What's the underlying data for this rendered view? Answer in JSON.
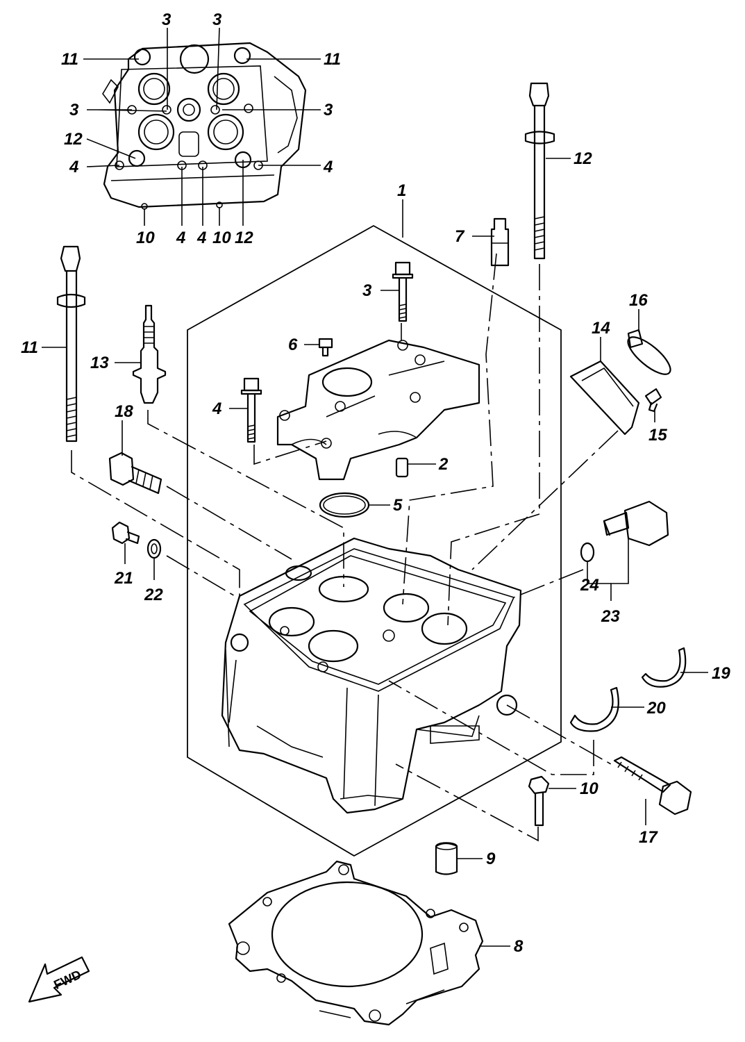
{
  "callouts": {
    "c1": "1",
    "c2": "2",
    "c3": "3",
    "c4": "4",
    "c5": "5",
    "c6": "6",
    "c7": "7",
    "c8": "8",
    "c9": "9",
    "c10": "10",
    "c11": "11",
    "c12": "12",
    "c13": "13",
    "c14": "14",
    "c15": "15",
    "c16": "16",
    "c17": "17",
    "c18": "18",
    "c19": "19",
    "c20": "20",
    "c21": "21",
    "c22": "22",
    "c23": "23",
    "c24": "24"
  },
  "fwd_label": "FWD"
}
